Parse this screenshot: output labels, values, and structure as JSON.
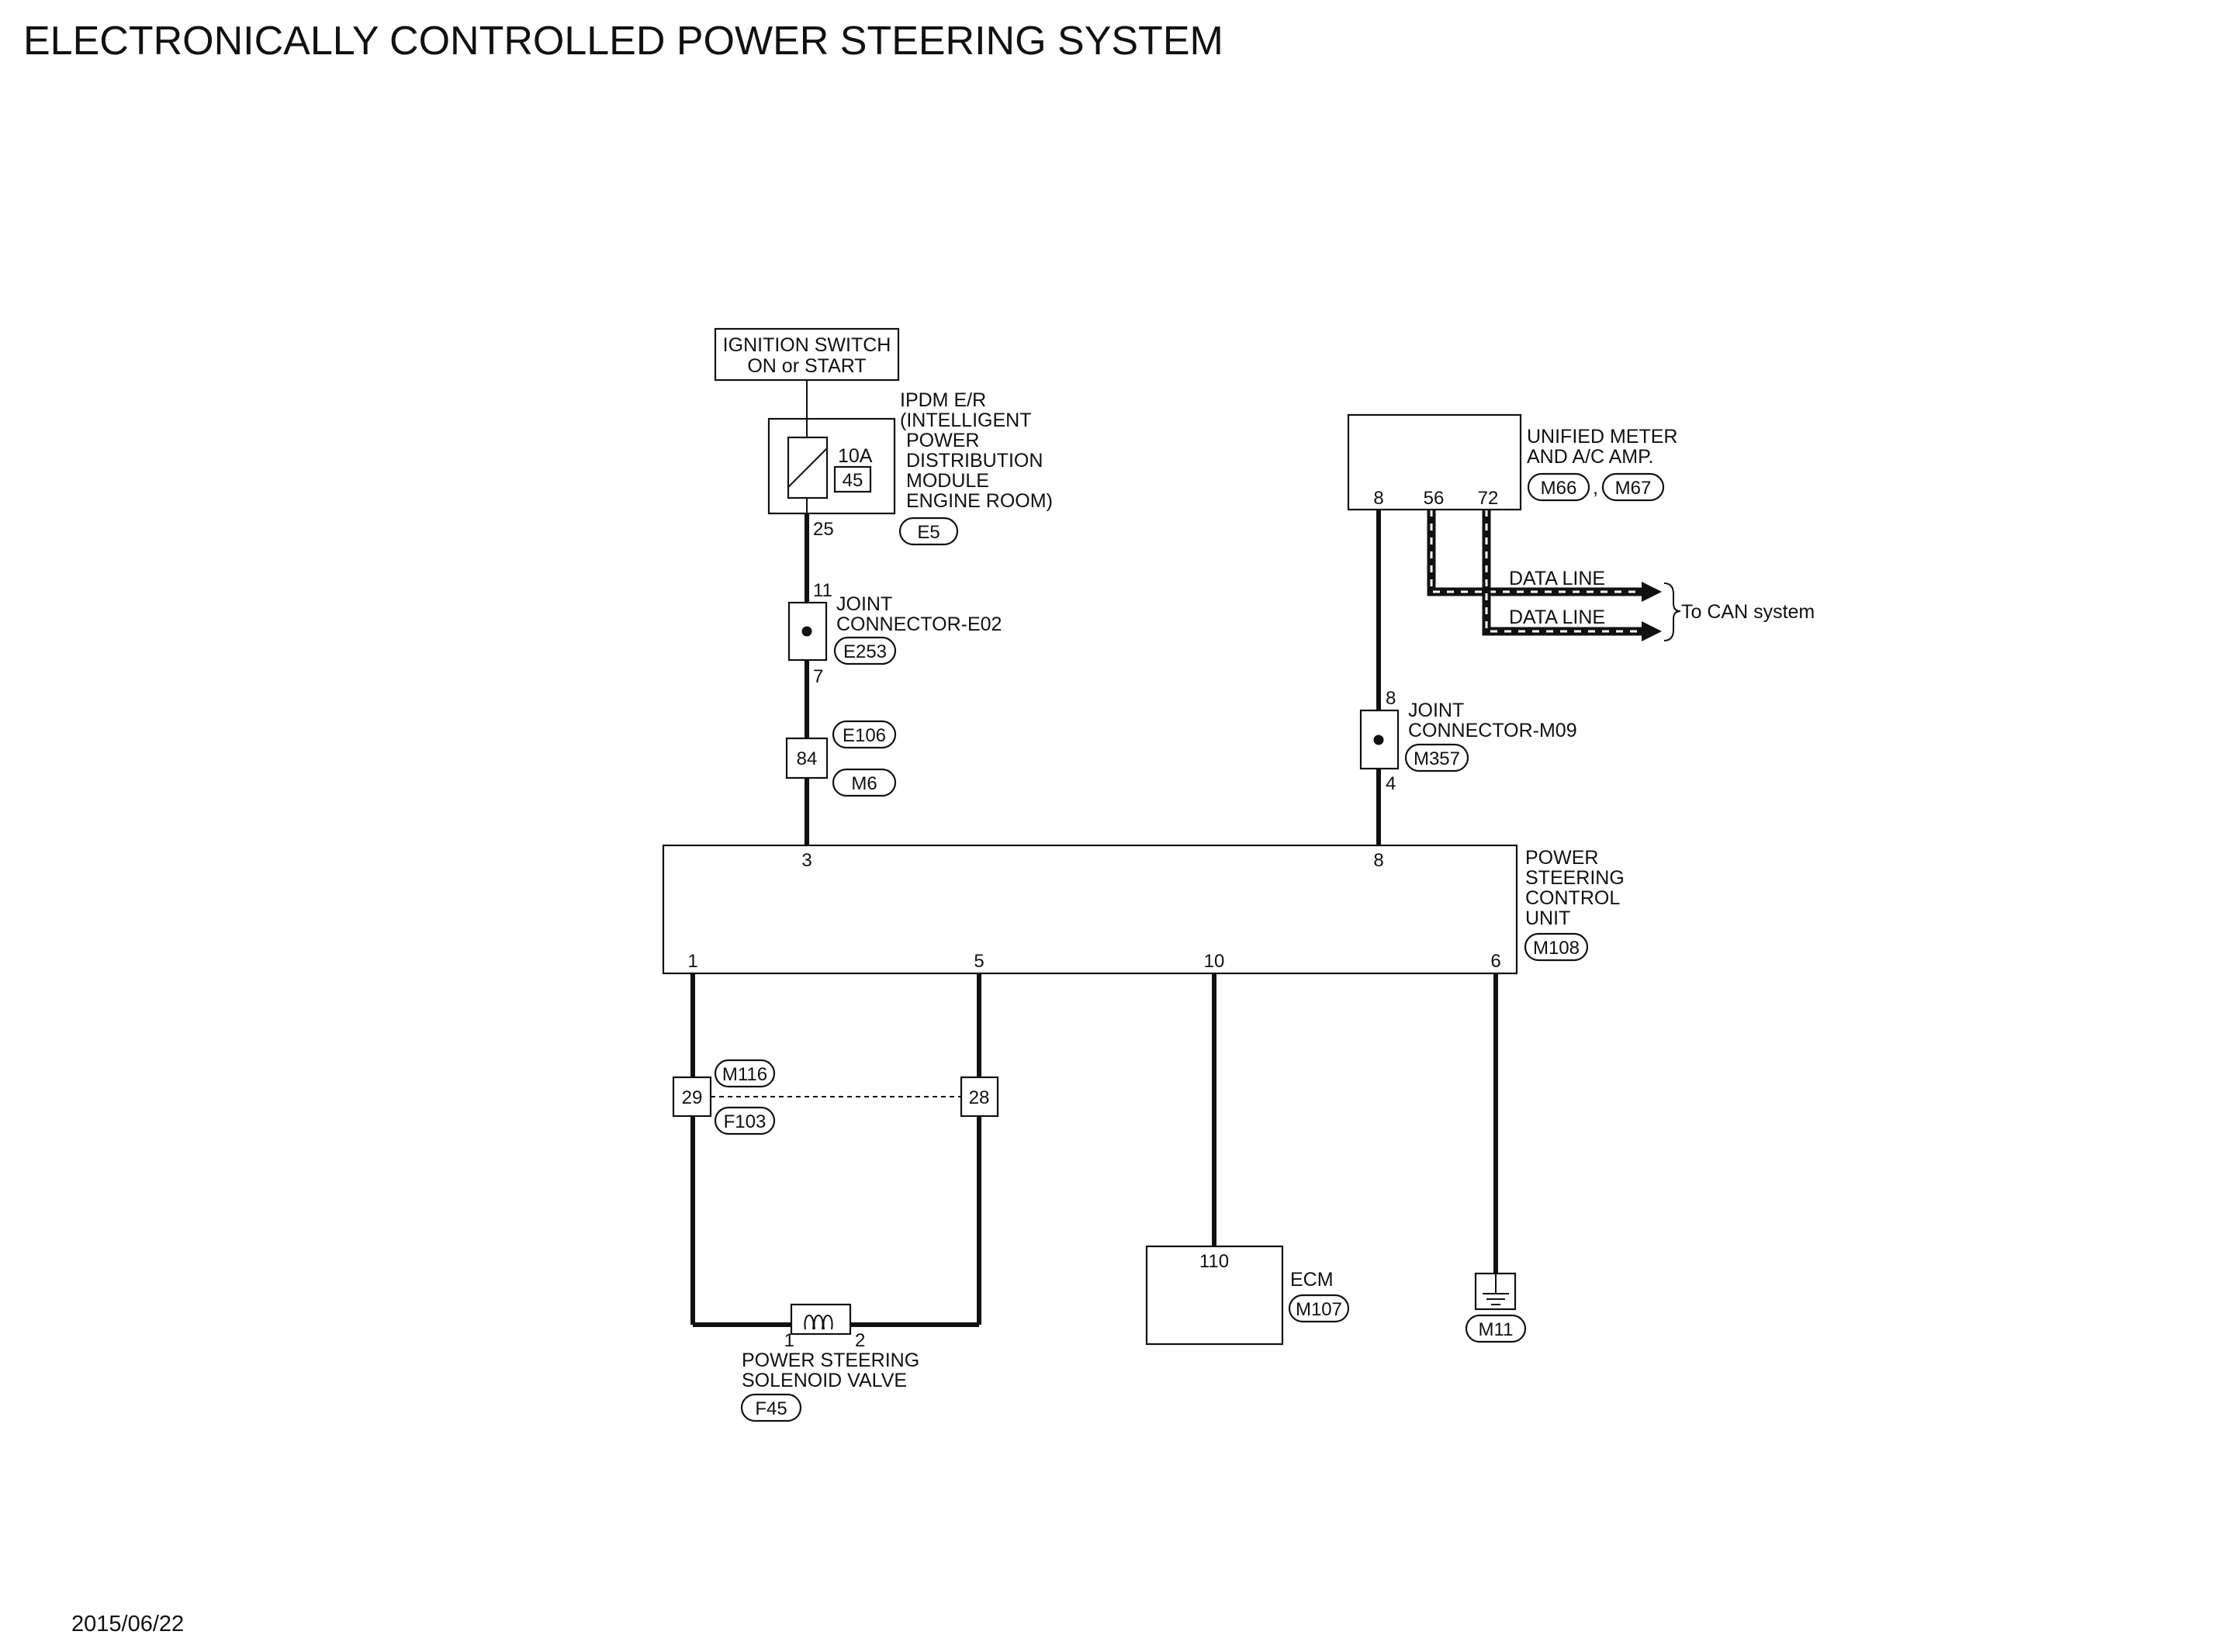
{
  "title": "ELECTRONICALLY CONTROLLED POWER STEERING SYSTEM",
  "date": "2015/06/22",
  "ignition_switch": {
    "line1": "IGNITION SWITCH",
    "line2": "ON or START"
  },
  "ipdm": {
    "lines": [
      "IPDM E/R",
      "(INTELLIGENT",
      "POWER",
      "DISTRIBUTION",
      "MODULE",
      "ENGINE ROOM)"
    ],
    "fuse_rating": "10A",
    "fuse_number": "45",
    "output_pin": "25",
    "connector": "E5"
  },
  "joint_e02": {
    "line1": "JOINT",
    "line2": "CONNECTOR-E02",
    "pin_in": "11",
    "pin_out": "7",
    "connector": "E253"
  },
  "harness_e106_m6": {
    "pin": "84",
    "connector_top": "E106",
    "connector_bottom": "M6"
  },
  "unified_meter": {
    "line1": "UNIFIED METER",
    "line2": "AND A/C AMP.",
    "pins": [
      "8",
      "56",
      "72"
    ],
    "connectors": [
      "M66",
      "M67"
    ],
    "separator": ","
  },
  "data_lines": {
    "line1": "DATA LINE",
    "line2": "DATA LINE",
    "destination": "To CAN system"
  },
  "joint_m09": {
    "line1": "JOINT",
    "line2": "CONNECTOR-M09",
    "pin_in": "8",
    "pin_out": "4",
    "connector": "M357"
  },
  "pscu": {
    "lines": [
      "POWER",
      "STEERING",
      "CONTROL",
      "UNIT"
    ],
    "connector": "M108",
    "top_pins": [
      "3",
      "8"
    ],
    "bottom_pins": [
      "1",
      "5",
      "10",
      "6"
    ]
  },
  "harness_m116_f103": {
    "pin_left": "29",
    "pin_right": "28",
    "connector_top": "M116",
    "connector_bottom": "F103"
  },
  "solenoid": {
    "pin_left": "1",
    "pin_right": "2",
    "line1": "POWER STEERING",
    "line2": "SOLENOID VALVE",
    "connector": "F45"
  },
  "ecm": {
    "pin": "110",
    "label": "ECM",
    "connector": "M107"
  },
  "ground": {
    "connector": "M11"
  },
  "colors": {
    "ink": "#111111",
    "background": "#ffffff"
  },
  "icons": [
    "fuse-icon",
    "solenoid-coil-icon",
    "ground-icon",
    "arrow-right-icon",
    "brace-icon"
  ]
}
